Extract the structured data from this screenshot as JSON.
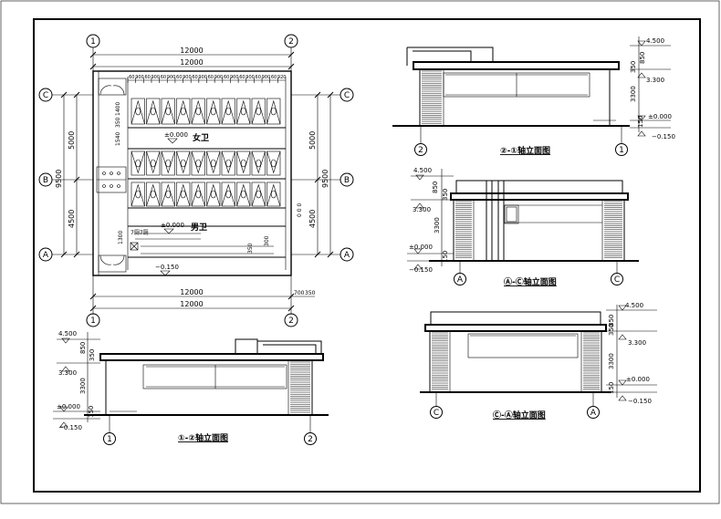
{
  "plan": {
    "dim_total_top_1": "12000",
    "dim_total_top_2": "12000",
    "dim_total_bottom_1": "12000",
    "dim_total_bottom_2": "12000",
    "stall_dims": [
      "60",
      "900",
      "60",
      "900",
      "60",
      "900",
      "60",
      "900",
      "60",
      "900",
      "60",
      "900",
      "60",
      "900",
      "60",
      "900",
      "60",
      "900",
      "60",
      "920"
    ],
    "women_label": "女卫",
    "men_label": "男卫",
    "level_women": "±0.000",
    "level_men": "±0.000",
    "level_outside": "−0.150",
    "dim_left_upper": "5000",
    "dim_left_lower": "4500",
    "dim_left_total": "9500",
    "dim_right_upper": "5000",
    "dim_right_lower": "4500",
    "dim_right_total": "9500",
    "small_dims_left": [
      "1540",
      "350",
      "1400"
    ],
    "urinal_label": "7厕7厕",
    "dim_1300": "1300",
    "dim_350": "350",
    "dim_300": "300",
    "dim_right_small": "700",
    "dim_right_small2": "350"
  },
  "axes": {
    "one": "1",
    "two": "2",
    "A": "A",
    "B": "B",
    "C": "C"
  },
  "elev_21": {
    "title": "②-①轴立面图",
    "lv_top": "4.500",
    "lv_mid": "3.300",
    "lv_zero": "±0.000",
    "lv_neg": "−0.150",
    "d_850": "850",
    "d_350": "350",
    "d_3300": "3300",
    "d_150": "150"
  },
  "elev_AC": {
    "title": "Ⓐ-Ⓒ轴立面图",
    "lv_top": "4.500",
    "lv_mid": "3.300",
    "lv_zero": "±0.000",
    "lv_neg": "−0.150",
    "d_850": "850",
    "d_350": "350",
    "d_3300": "3300",
    "d_150": "150"
  },
  "elev_12": {
    "title": "①-②轴立面图",
    "lv_top": "4.500",
    "lv_mid": "3.300",
    "lv_zero": "±0.000",
    "lv_neg": "−0.150",
    "d_850": "850",
    "d_350": "350",
    "d_3300": "3300",
    "d_150": "150"
  },
  "elev_CA": {
    "title": "Ⓒ-Ⓐ轴立面图",
    "lv_top": "4.500",
    "lv_mid": "3.300",
    "lv_zero": "±0.000",
    "lv_neg": "−0.150",
    "d_850": "850",
    "d_350": "350",
    "d_3300": "3300",
    "d_150": "150"
  }
}
